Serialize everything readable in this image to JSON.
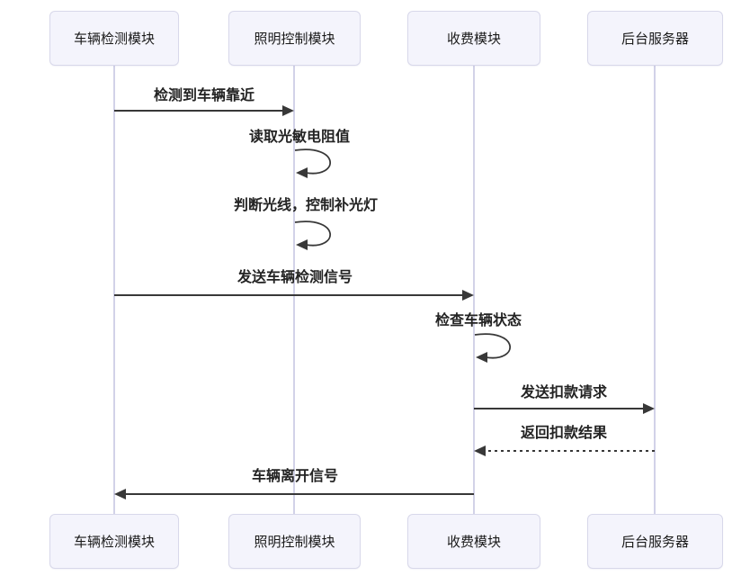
{
  "diagram": {
    "type": "sequence-diagram",
    "participants": [
      {
        "id": "vehicle-detection-module",
        "name": "车辆检测模块"
      },
      {
        "id": "lighting-control-module",
        "name": "照明控制模块"
      },
      {
        "id": "toll-module",
        "name": "收费模块"
      },
      {
        "id": "backend-server",
        "name": "后台服务器"
      }
    ],
    "messages": [
      {
        "label": "检测到车辆靠近",
        "from": "车辆检测模块",
        "to": "照明控制模块",
        "line": "solid",
        "kind": "message"
      },
      {
        "label": "读取光敏电阻值",
        "from": "照明控制模块",
        "to": "照明控制模块",
        "line": "solid",
        "kind": "self"
      },
      {
        "label": "判断光线，控制补光灯",
        "from": "照明控制模块",
        "to": "照明控制模块",
        "line": "solid",
        "kind": "self"
      },
      {
        "label": "发送车辆检测信号",
        "from": "车辆检测模块",
        "to": "收费模块",
        "line": "solid",
        "kind": "message"
      },
      {
        "label": "检查车辆状态",
        "from": "收费模块",
        "to": "收费模块",
        "line": "solid",
        "kind": "self"
      },
      {
        "label": "发送扣款请求",
        "from": "收费模块",
        "to": "后台服务器",
        "line": "solid",
        "kind": "message"
      },
      {
        "label": "返回扣款结果",
        "from": "后台服务器",
        "to": "收费模块",
        "line": "dashed",
        "kind": "message"
      },
      {
        "label": "车辆离开信号",
        "from": "收费模块",
        "to": "车辆检测模块",
        "line": "solid",
        "kind": "message"
      }
    ],
    "colors": {
      "participant_fill": "#f4f4fc",
      "participant_border": "#d8d8ea",
      "lifeline": "#c6c6e2",
      "message_line": "#383838",
      "message_text": "#232323",
      "background": "#ffffff"
    }
  }
}
